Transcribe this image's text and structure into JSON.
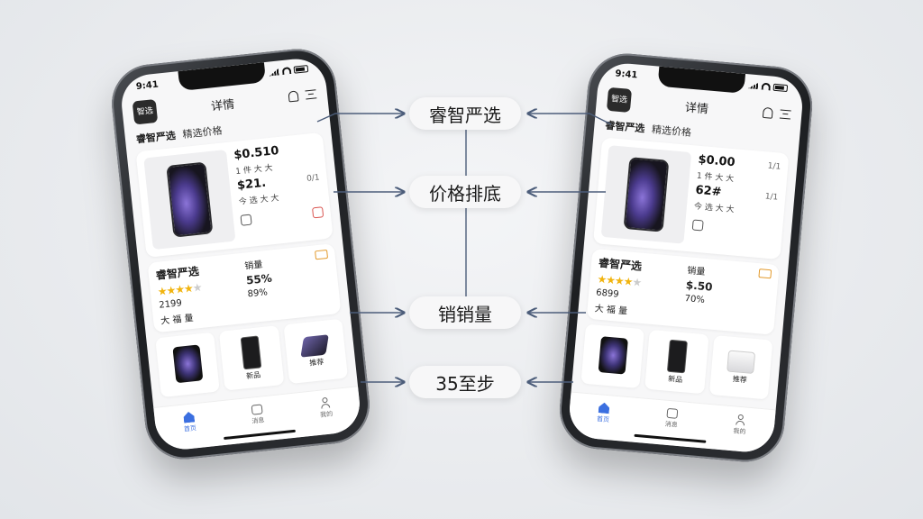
{
  "labels": {
    "brand": "睿智严选",
    "price_sort": "价格排底",
    "sales": "销销量",
    "steps": "35至步"
  },
  "left_phone": {
    "time": "9:41",
    "logo_text": "智选",
    "header_title": "详情",
    "section_title": "睿智严选",
    "section_sub": "精选价格",
    "hero": {
      "price1": "$0.510",
      "line1": "1 件 大 大",
      "price2": "$21.",
      "line2": "今 选 大 大",
      "side_top": "",
      "side_mid": "0/1"
    },
    "mid": {
      "title": "睿智严选",
      "stars_on": "★★★★",
      "stars_off": "★",
      "count": "2199",
      "tag": "大 福 量",
      "col2_title": "销量",
      "col2_value": "55%",
      "col2_sub": "89%"
    },
    "grid": [
      {
        "label": ""
      },
      {
        "label": "新品"
      },
      {
        "label": "推荐"
      }
    ],
    "tabs": [
      "首页",
      "消息",
      "我的"
    ]
  },
  "right_phone": {
    "time": "9:41",
    "logo_text": "智选",
    "header_title": "详情",
    "section_title": "睿智严选",
    "section_sub": "精选价格",
    "hero": {
      "price1": "$0.00",
      "line1": "1 件 大 大",
      "price2": "62#",
      "line2": "今 选 大 大",
      "side_top": "1/1",
      "side_mid": "1/1"
    },
    "mid": {
      "title": "睿智严选",
      "stars_on": "★★★★",
      "stars_off": "★",
      "count": "6899",
      "tag": "大 福 量",
      "col2_title": "销量",
      "col2_value": "$.50",
      "col2_sub": "70%"
    },
    "grid": [
      {
        "label": ""
      },
      {
        "label": "新品"
      },
      {
        "label": "推荐"
      }
    ],
    "tabs": [
      "首页",
      "消息",
      "我的"
    ]
  }
}
